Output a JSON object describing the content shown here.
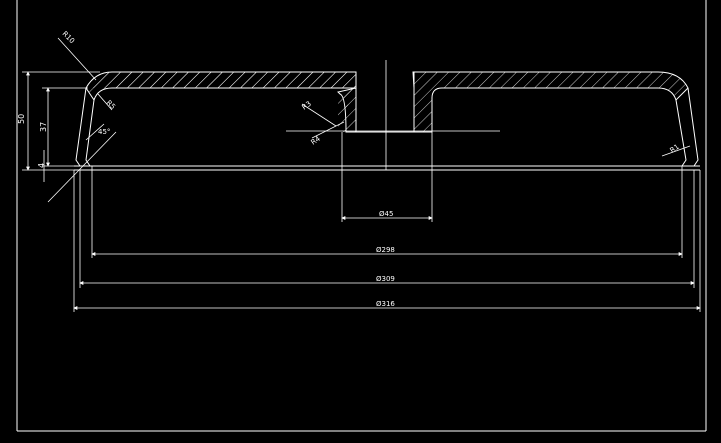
{
  "drawing": {
    "background_color": "#000000",
    "line_color": "#ffffff",
    "dimensions": {
      "height_total": "50",
      "height_inner": "37",
      "height_small": "4",
      "radius_outer": "R10",
      "radius_inner": "R5",
      "radius_hub": "R3",
      "radius_hub_small": "R4",
      "radius_right": "R1",
      "angle": "45°",
      "dia_hub": "Ø45",
      "dia_inner": "Ø298",
      "dia_mid": "Ø309",
      "dia_outer": "Ø316"
    }
  }
}
